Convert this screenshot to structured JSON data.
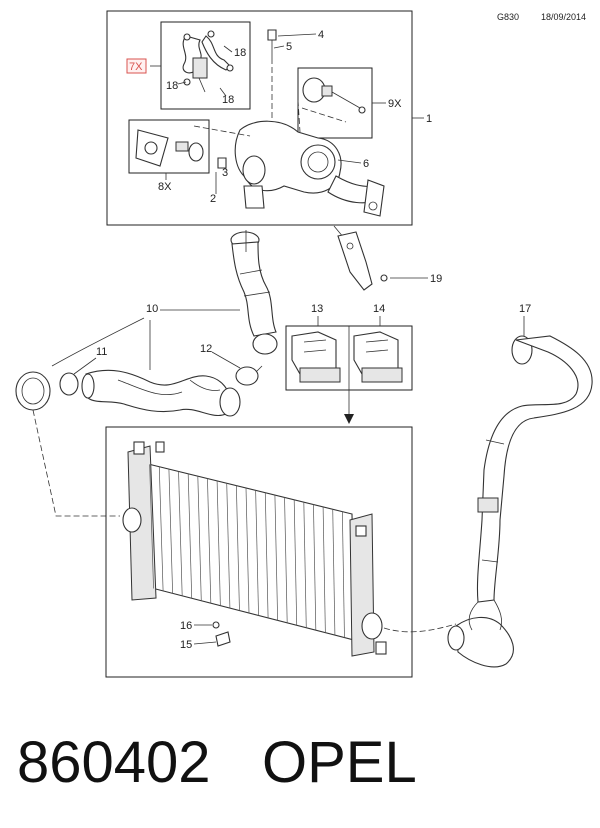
{
  "header": {
    "code": "G830",
    "date": "18/09/2014"
  },
  "callouts": {
    "c1": "1",
    "c2": "2",
    "c3": "3",
    "c4": "4",
    "c5": "5",
    "c6": "6",
    "c7x": "7X",
    "c8x": "8X",
    "c9x": "9X",
    "c10": "10",
    "c11": "11",
    "c12": "12",
    "c13": "13",
    "c14": "14",
    "c15": "15",
    "c16": "16",
    "c17": "17",
    "c18a": "18",
    "c18b": "18",
    "c18c": "18",
    "c19": "19"
  },
  "footer": {
    "part_number": "860402",
    "brand": "OPEL"
  },
  "colors": {
    "highlight": "#d9534f"
  }
}
